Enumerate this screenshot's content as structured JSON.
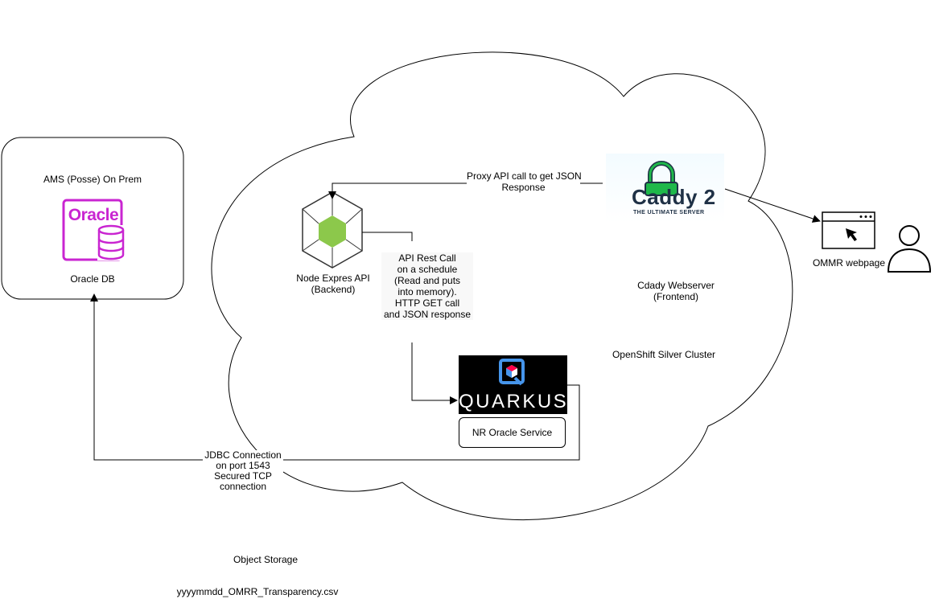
{
  "onprem": {
    "title": "AMS (Posse) On Prem",
    "db_label": "Oracle DB",
    "oracle_logo_text": "Oracle"
  },
  "cloud": {
    "cluster_label": "OpenShift Silver Cluster"
  },
  "node_api": {
    "label_line1": "Node Expres API",
    "label_line2": "(Backend)"
  },
  "caddy": {
    "logo_text": "Caddy 2",
    "logo_subtitle": "THE ULTIMATE SERVER",
    "label_line1": "Cdady Webserver",
    "label_line2": "(Frontend)"
  },
  "quarkus": {
    "logo_text": "QUARKUS",
    "service_label": "NR Oracle Service"
  },
  "edges": {
    "proxy_call_line1": "Proxy API call to get JSON",
    "proxy_call_line2": "Response",
    "rest_call_lines": [
      "API Rest Call",
      "on a schedule",
      "(Read and puts",
      "into memory).",
      "HTTP GET call",
      "and JSON response"
    ],
    "jdbc_lines": [
      "JDBC Connection",
      "on port 1543",
      "Secured TCP",
      "connection"
    ]
  },
  "user": {
    "webpage_label": "OMMR webpage"
  },
  "footer": {
    "object_storage": "Object Storage",
    "filename": "yyyymmdd_OMRR_Transparency.csv"
  },
  "colors": {
    "oracle_purple": "#c925d1",
    "node_green": "#8cc84b",
    "caddy_green": "#1fb84a",
    "caddy_navy": "#1f3146",
    "quarkus_blue": "#4695eb",
    "quarkus_red": "#ff004a"
  }
}
